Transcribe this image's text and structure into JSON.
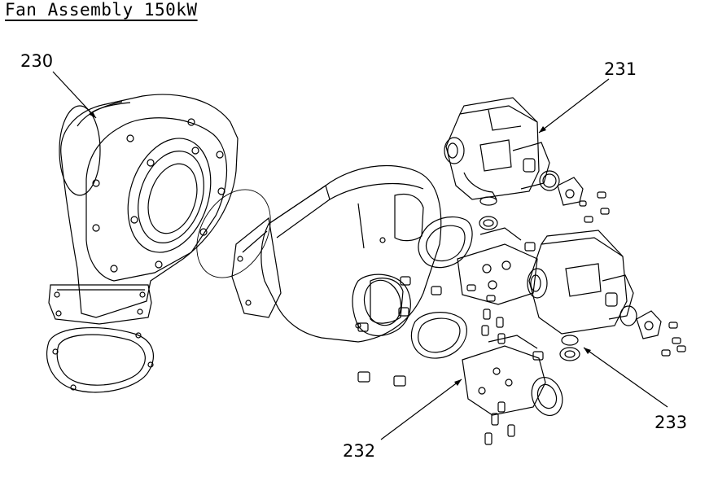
{
  "title": "Fan Assembly 150kW",
  "callouts": [
    {
      "id": "230",
      "label": "230"
    },
    {
      "id": "231",
      "label": "231"
    },
    {
      "id": "232",
      "label": "232"
    },
    {
      "id": "233",
      "label": "233"
    }
  ],
  "colors": {
    "line": "#000000",
    "background": "#ffffff"
  }
}
